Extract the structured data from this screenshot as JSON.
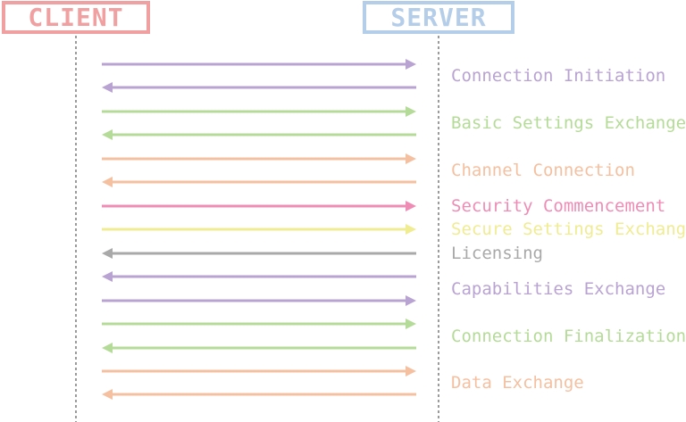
{
  "client": {
    "label": "CLIENT",
    "color": "#f0a0a0"
  },
  "server": {
    "label": "SERVER",
    "color": "#b4cde9"
  },
  "lifeline_color": "#7a7a7a",
  "phases": [
    {
      "label": "Connection Initiation",
      "color": "#b9a3d3",
      "messages": [
        "to-server",
        "to-client"
      ]
    },
    {
      "label": "Basic Settings Exchange",
      "color": "#b5db98",
      "messages": [
        "to-server",
        "to-client"
      ]
    },
    {
      "label": "Channel Connection",
      "color": "#f5c0a0",
      "messages": [
        "to-server",
        "to-client"
      ]
    },
    {
      "label": "Security Commencement",
      "color": "#ef8cb5",
      "messages": [
        "to-server"
      ]
    },
    {
      "label": "Secure Settings Exchange",
      "color": "#f0ec92",
      "messages": [
        "to-server"
      ]
    },
    {
      "label": "Licensing",
      "color": "#a9a9a9",
      "messages": [
        "to-client"
      ]
    },
    {
      "label": "Capabilities Exchange",
      "color": "#b9a3d3",
      "messages": [
        "to-client",
        "to-server"
      ]
    },
    {
      "label": "Connection Finalization",
      "color": "#b5db98",
      "messages": [
        "to-server",
        "to-client"
      ]
    },
    {
      "label": "Data Exchange",
      "color": "#f5c0a0",
      "messages": [
        "to-server",
        "to-client"
      ]
    }
  ]
}
